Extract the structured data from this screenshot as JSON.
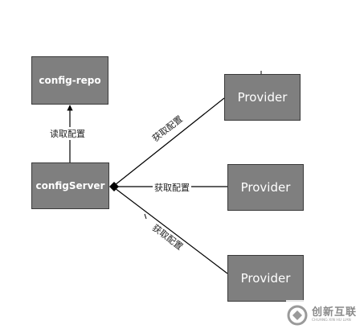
{
  "nodes": {
    "config_repo": "config-repo",
    "config_server": "configServer",
    "provider_top": "Provider",
    "provider_middle": "Provider",
    "provider_bottom": "Provider"
  },
  "edges": {
    "server_to_repo": "读取配置",
    "provider_top_to_server": "获取配置",
    "provider_middle_to_server": "获取配置",
    "provider_bottom_to_server": "获取配置"
  },
  "watermark": {
    "brand_cn": "创新互联",
    "brand_en": "CHUANG XIN HU LIAN"
  },
  "colors": {
    "node_fill": "#7f7f7f",
    "node_border": "#3a3a3a",
    "node_text": "#ffffff",
    "edge": "#000000"
  }
}
